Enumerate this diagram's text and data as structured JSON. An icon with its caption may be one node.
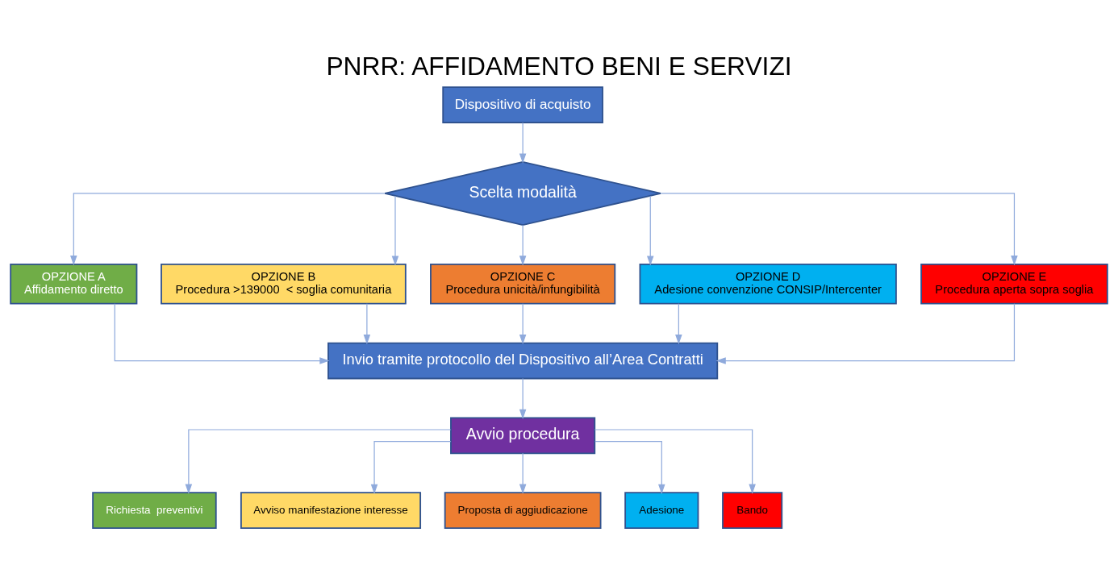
{
  "diagram": {
    "title": "PNRR: AFFIDAMENTO BENI E SERVIZI",
    "nodes": [
      {
        "text": [
          "Dispositivo di acquisto"
        ]
      },
      {
        "text": [
          "Scelta modalità"
        ]
      },
      {
        "text": [
          "OPZIONE A",
          "Affidamento diretto"
        ]
      },
      {
        "text": [
          "OPZIONE B",
          "Procedura >139000  < soglia comunitaria"
        ]
      },
      {
        "text": [
          "OPZIONE C",
          "Procedura unicità/infungibilità"
        ]
      },
      {
        "text": [
          "OPZIONE D",
          "Adesione convenzione CONSIP/Intercenter"
        ]
      },
      {
        "text": [
          "OPZIONE E",
          "Procedura aperta sopra soglia"
        ]
      },
      {
        "text": [
          "Invio tramite protocollo del Dispositivo all’Area Contratti"
        ]
      },
      {
        "text": [
          "Avvio procedura"
        ]
      },
      {
        "text": [
          "Richiesta  preventivi"
        ]
      },
      {
        "text": [
          "Avviso manifestazione interesse"
        ]
      },
      {
        "text": [
          "Proposta di aggiudicazione"
        ]
      },
      {
        "text": [
          "Adesione"
        ]
      },
      {
        "text": [
          "Bando"
        ]
      }
    ],
    "edges": [
      {
        "from": 0,
        "to": 1,
        "arrow": "to"
      },
      {
        "from": 1,
        "to": 2,
        "arrow": "to"
      },
      {
        "from": 1,
        "to": 3,
        "arrow": "to"
      },
      {
        "from": 1,
        "to": 4,
        "arrow": "to"
      },
      {
        "from": 1,
        "to": 5,
        "arrow": "to"
      },
      {
        "from": 1,
        "to": 6,
        "arrow": "to"
      },
      {
        "from": 2,
        "to": 7,
        "arrow": "to"
      },
      {
        "from": 3,
        "to": 7,
        "arrow": "to"
      },
      {
        "from": 4,
        "to": 7,
        "arrow": "to"
      },
      {
        "from": 5,
        "to": 7,
        "arrow": "to"
      },
      {
        "from": 6,
        "to": 7,
        "arrow": "to"
      },
      {
        "from": 7,
        "to": 8,
        "arrow": "to"
      },
      {
        "from": 8,
        "to": 9,
        "arrow": "to"
      },
      {
        "from": 8,
        "to": 10,
        "arrow": "to"
      },
      {
        "from": 8,
        "to": 11,
        "arrow": "to"
      },
      {
        "from": 8,
        "to": 12,
        "arrow": "to"
      },
      {
        "from": 8,
        "to": 13,
        "arrow": "to"
      }
    ]
  }
}
